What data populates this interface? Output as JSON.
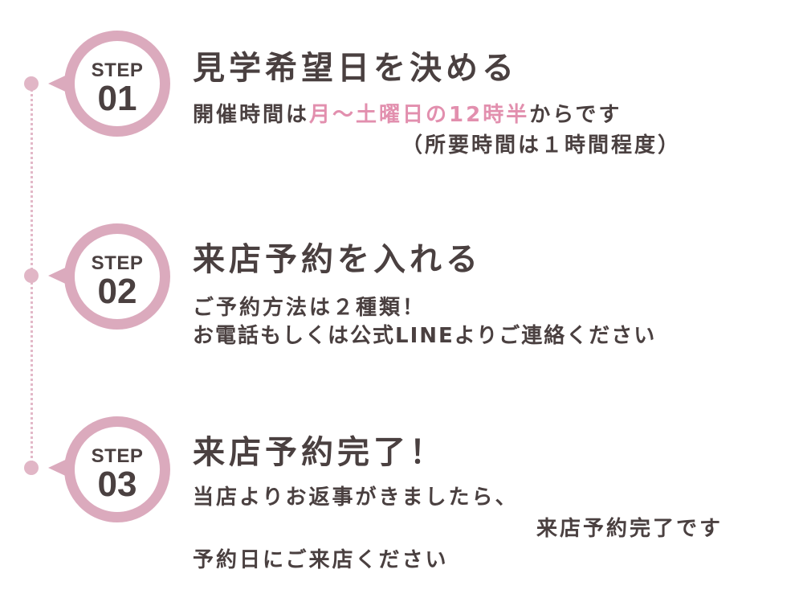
{
  "accent_color": "#dbaabd",
  "highlight_color": "#e28fae",
  "text_color": "#4a4040",
  "steps": [
    {
      "badge_label": "STEP",
      "badge_number": "01",
      "title": "見学希望日を決める",
      "line1_before": "開催時間は",
      "line1_highlight": "月～土曜日の12時半",
      "line1_after": "からです",
      "line2": "（所要時間は１時間程度）"
    },
    {
      "badge_label": "STEP",
      "badge_number": "02",
      "title": "来店予約を入れる",
      "line1": "ご予約方法は２種類！",
      "line2": "お電話もしくは公式LINEよりご連絡ください"
    },
    {
      "badge_label": "STEP",
      "badge_number": "03",
      "title": "来店予約完了！",
      "line1": "当店よりお返事がきましたら、",
      "line2": "来店予約完了です",
      "line3": "予約日にご来店ください"
    }
  ]
}
